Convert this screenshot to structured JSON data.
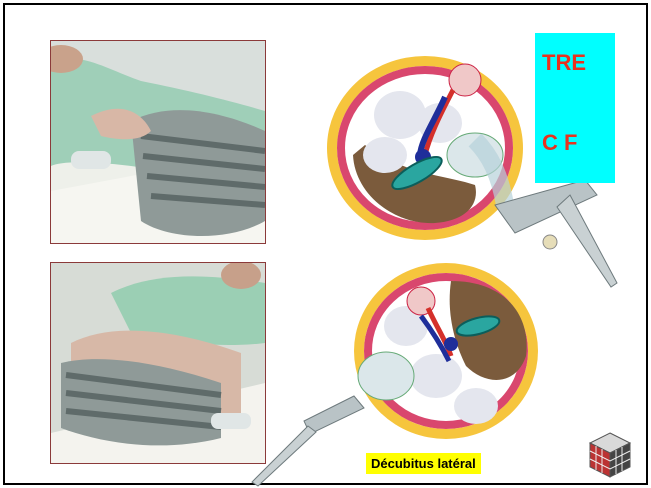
{
  "slide": {
    "label_box": {
      "line1": "TRE",
      "line2": "C F",
      "background": "#00ffff",
      "text_color": "#e8321f"
    },
    "caption": "Décubitus latéral",
    "caption_background": "#ffff00",
    "photos": [
      {
        "icon": "patient-photo-side-view"
      },
      {
        "icon": "patient-photo-lateral-decubitus"
      }
    ],
    "diagrams": [
      {
        "icon": "abdominal-cross-section-icon-with-probe-right"
      },
      {
        "icon": "abdominal-cross-section-icon-with-probe-left"
      }
    ],
    "logo_icon": "cube-logo-icon"
  }
}
